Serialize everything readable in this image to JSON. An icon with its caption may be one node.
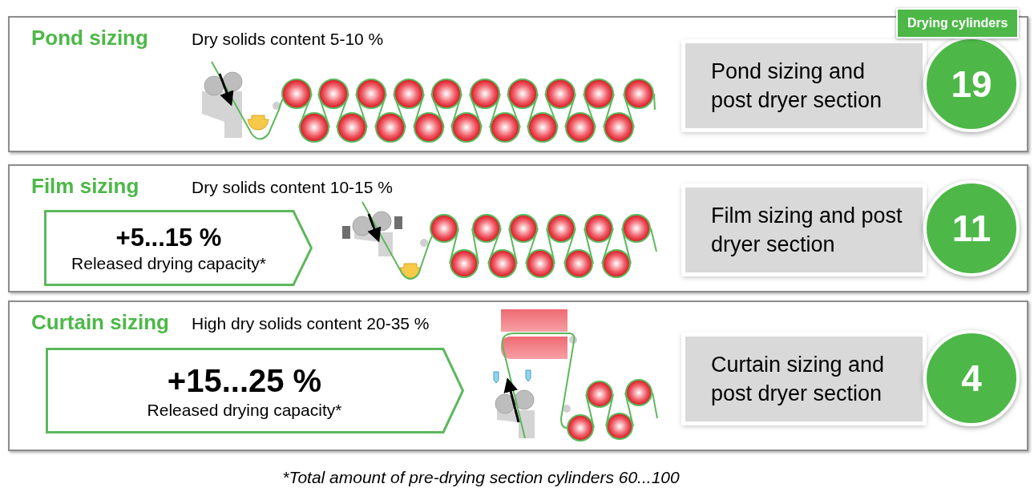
{
  "diagram": {
    "caption": "*Total amount of pre-drying section cylinders 60...100",
    "nodes": [
      {
        "text": [
          "Pond sizing",
          "Dry solids content 5-10 %"
        ]
      },
      {
        "text": [
          "Pond sizing and post dryer section"
        ],
        "in": 0
      },
      {
        "text": [
          "19"
        ],
        "in": 0
      },
      {
        "text": [
          "Film sizing",
          "Dry solids content 10-15 %"
        ]
      },
      {
        "text": [
          "+5...15 %",
          "Released drying capacity*"
        ],
        "in": 3
      },
      {
        "text": [
          "Film sizing and post dryer section"
        ],
        "in": 3
      },
      {
        "text": [
          "11"
        ],
        "in": 3
      },
      {
        "text": [
          "Curtain sizing",
          "High dry solids content 20-35 %"
        ]
      },
      {
        "text": [
          "+15...25 %",
          "Released drying capacity*"
        ],
        "in": 7
      },
      {
        "text": [
          "Curtain sizing and post dryer section"
        ],
        "in": 7
      },
      {
        "text": [
          "4"
        ],
        "in": 7
      }
    ],
    "labels": [
      "Drying cylinders"
    ]
  }
}
